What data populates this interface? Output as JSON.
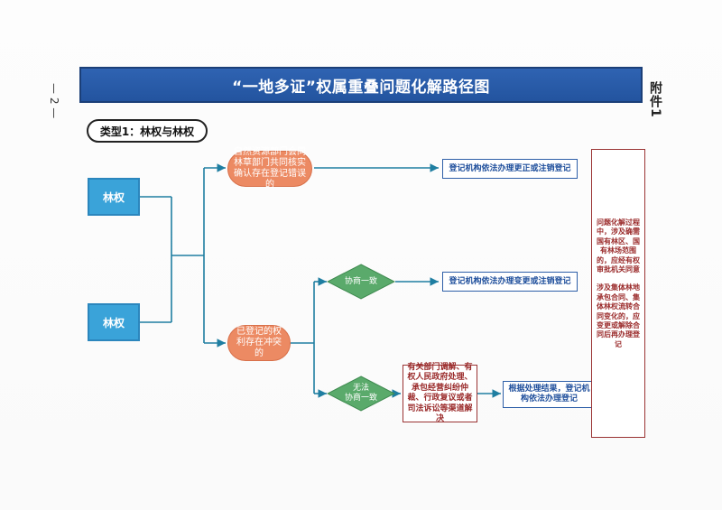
{
  "page_number": "— 2 —",
  "attachment_label": "附件1",
  "title": "“一地多证”权属重叠问题化解路径图",
  "type_label": "类型1：林权与林权",
  "left_nodes": [
    "林权",
    "林权"
  ],
  "branches": {
    "upper": "自然资源部门会同林草部门共同核实确认存在登记错误的",
    "lower": "已登记的权利存在冲突的"
  },
  "diamonds": {
    "agree": "协商一致",
    "disagree_line1": "无法",
    "disagree_line2": "协商一致"
  },
  "results": {
    "correct_or_cancel": "登记机构依法办理更正或注销登记",
    "change_or_cancel": "登记机构依法办理变更或注销登记",
    "mediation": "有关部门调解、有权人民政府处理、承包经营纠纷仲裁、行政复议或者司法诉讼等渠道解决",
    "per_result": "根据处理结果，登记机构依法办理登记"
  },
  "note": {
    "para1": "问题化解过程中，涉及确需国有林区、国有林场范围的，应经有权审批机关同意",
    "para2": "涉及集体林地承包合同、集体林权流转合同变化的，应变更或解除合同后再办理登记"
  },
  "colors": {
    "title_bg": "#23549f",
    "node_blue": "#3aa3d9",
    "branch_orange": "#ec8a63",
    "diamond_green": "#5aaa6b",
    "line_teal": "#1f7ea1",
    "note_red": "#9a2a2a"
  }
}
